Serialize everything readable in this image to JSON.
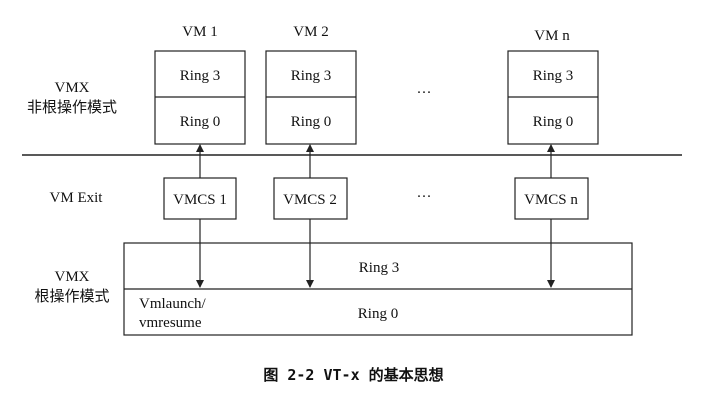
{
  "nonroot": {
    "mode_label_en": "VMX",
    "mode_label_cn": "非根操作模式"
  },
  "vms": [
    {
      "name": "VM 1",
      "ring_top": "Ring 3",
      "ring_bottom": "Ring 0",
      "vmcs": "VMCS 1"
    },
    {
      "name": "VM 2",
      "ring_top": "Ring 3",
      "ring_bottom": "Ring 0",
      "vmcs": "VMCS 2"
    },
    {
      "name": "VM n",
      "ring_top": "Ring 3",
      "ring_bottom": "Ring 0",
      "vmcs": "VMCS n"
    }
  ],
  "ellipsis_vm": "···",
  "ellipsis_vmcs": "···",
  "vm_exit_label": "VM Exit",
  "root": {
    "mode_label_en": "VMX",
    "mode_label_cn": "根操作模式",
    "ring_top": "Ring 3",
    "ring_bottom": "Ring 0",
    "vmlaunch": "Vmlaunch/",
    "vmresume": "vmresume"
  },
  "caption": "图 2-2 VT-x 的基本思想",
  "colors": {
    "line": "#222222",
    "background": "#ffffff"
  }
}
